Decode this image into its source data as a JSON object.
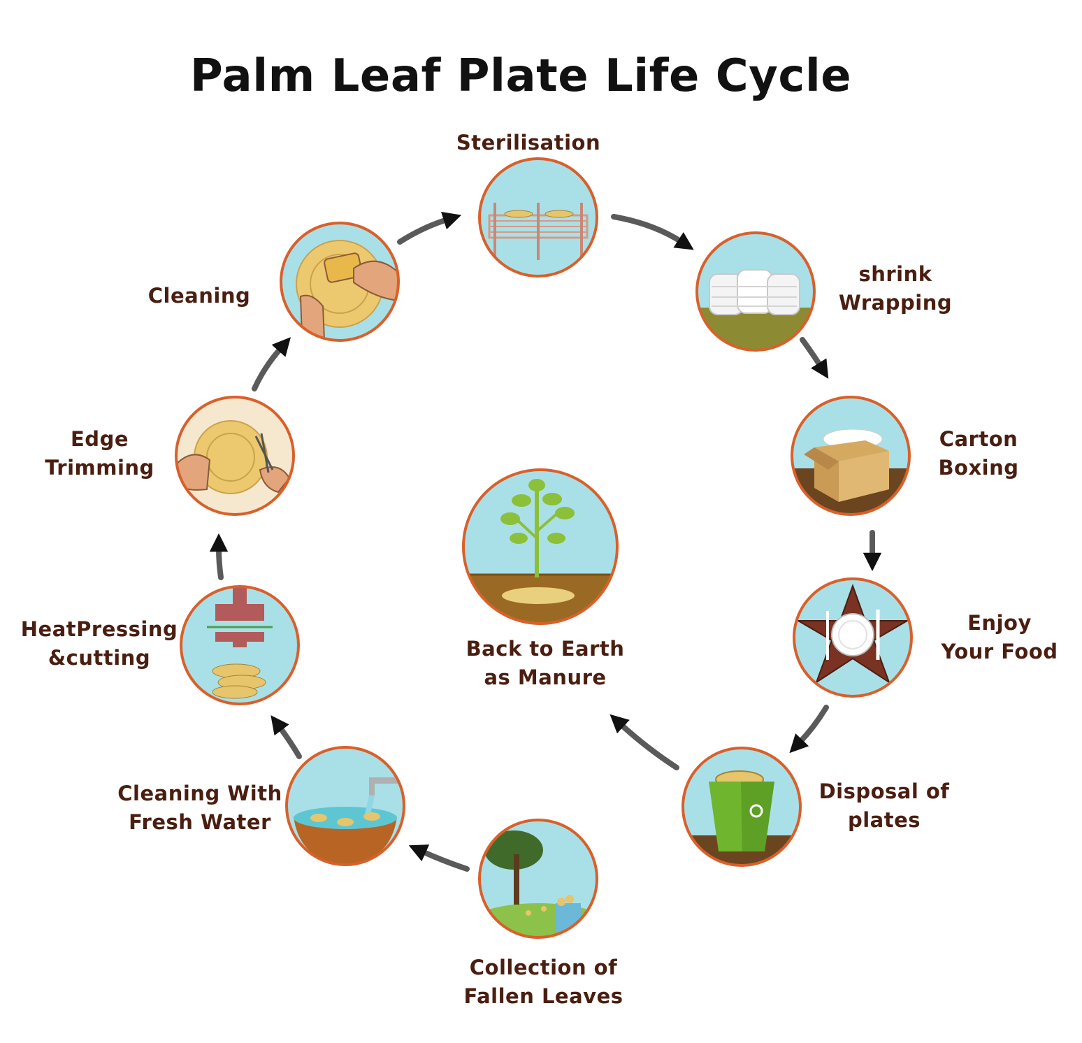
{
  "title": "Palm Leaf Plate Life Cycle",
  "colors": {
    "ring": "#d9602a",
    "sky": "#a9e0e8",
    "soil": "#8a6a28",
    "grass": "#8da33a",
    "plate": "#e6c56c",
    "label": "#4a1e10",
    "arrow": "#222222"
  },
  "stages": [
    {
      "id": "sterilisation",
      "icon": "sterilisation-rack-icon",
      "lines": [
        "Sterilisation"
      ]
    },
    {
      "id": "shrink-wrapping",
      "icon": "stacked-plates-icon",
      "lines": [
        "shrink",
        "Wrapping"
      ]
    },
    {
      "id": "carton-boxing",
      "icon": "carton-box-icon",
      "lines": [
        "Carton",
        "Boxing"
      ]
    },
    {
      "id": "enjoy-food",
      "icon": "plate-fork-knife-icon",
      "lines": [
        "Enjoy",
        "Your Food"
      ]
    },
    {
      "id": "disposal",
      "icon": "recycle-bin-icon",
      "lines": [
        "Disposal of",
        "plates"
      ]
    },
    {
      "id": "collection",
      "icon": "tree-leaves-icon",
      "lines": [
        "Collection of",
        "Fallen Leaves"
      ]
    },
    {
      "id": "fresh-water",
      "icon": "water-tub-icon",
      "lines": [
        "Cleaning With",
        "Fresh Water"
      ]
    },
    {
      "id": "heat-pressing",
      "icon": "press-machine-icon",
      "lines": [
        "HeatPressing",
        "&cutting"
      ]
    },
    {
      "id": "edge-trimming",
      "icon": "scissors-hands-icon",
      "lines": [
        "Edge",
        "Trimming"
      ]
    },
    {
      "id": "cleaning",
      "icon": "sponge-hands-icon",
      "lines": [
        "Cleaning"
      ]
    },
    {
      "id": "back-to-earth",
      "icon": "sapling-icon",
      "lines": [
        "Back to Earth",
        "as Manure"
      ]
    }
  ]
}
